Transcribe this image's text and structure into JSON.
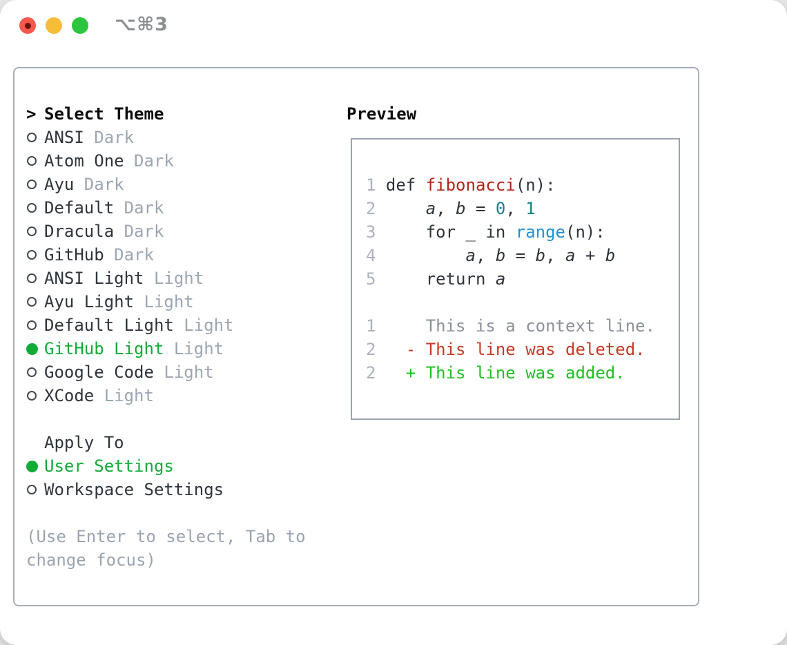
{
  "window": {
    "title": "⌥⌘3",
    "controls": [
      "close",
      "minimize",
      "zoom"
    ]
  },
  "colors": {
    "selection_green": "#12ab38",
    "added_green": "#1dc121",
    "deleted_red": "#c63a26",
    "function_red": "#b3231a",
    "number_teal": "#11818b",
    "builtin_blue": "#2191d2",
    "muted_gray": "#9ca6b2",
    "line_number_gray": "#a9b2bd",
    "border_gray": "#a7aeb8"
  },
  "theme_picker": {
    "heading_marker": ">",
    "heading": "Select Theme",
    "themes": [
      {
        "name": "ANSI",
        "variant": "Dark",
        "selected": false
      },
      {
        "name": "Atom One",
        "variant": "Dark",
        "selected": false
      },
      {
        "name": "Ayu",
        "variant": "Dark",
        "selected": false
      },
      {
        "name": "Default",
        "variant": "Dark",
        "selected": false
      },
      {
        "name": "Dracula",
        "variant": "Dark",
        "selected": false
      },
      {
        "name": "GitHub",
        "variant": "Dark",
        "selected": false
      },
      {
        "name": "ANSI Light",
        "variant": "Light",
        "selected": false
      },
      {
        "name": "Ayu Light",
        "variant": "Light",
        "selected": false
      },
      {
        "name": "Default Light",
        "variant": "Light",
        "selected": false
      },
      {
        "name": "GitHub Light",
        "variant": "Light",
        "selected": true
      },
      {
        "name": "Google Code",
        "variant": "Light",
        "selected": false
      },
      {
        "name": "XCode",
        "variant": "Light",
        "selected": false
      }
    ],
    "apply_to": {
      "heading": "Apply To",
      "options": [
        {
          "label": "User Settings",
          "selected": true
        },
        {
          "label": "Workspace Settings",
          "selected": false
        }
      ]
    },
    "hint": "(Use Enter to select, Tab to change focus)"
  },
  "preview": {
    "heading": "Preview",
    "lines": [
      [
        [
          "1 ",
          "ln"
        ],
        [
          "def ",
          "code"
        ],
        [
          "fibonacci",
          "fn"
        ],
        [
          "(n):",
          "code"
        ]
      ],
      [
        [
          "2 ",
          "ln"
        ],
        [
          "    ",
          "code"
        ],
        [
          "a",
          "var"
        ],
        [
          ", ",
          "code"
        ],
        [
          "b",
          "var"
        ],
        [
          " = ",
          "code"
        ],
        [
          "0",
          "num"
        ],
        [
          ", ",
          "code"
        ],
        [
          "1",
          "num"
        ]
      ],
      [
        [
          "3 ",
          "ln"
        ],
        [
          "    for _ in ",
          "code"
        ],
        [
          "range",
          "builtin"
        ],
        [
          "(n):",
          "code"
        ]
      ],
      [
        [
          "4 ",
          "ln"
        ],
        [
          "        ",
          "code"
        ],
        [
          "a",
          "var"
        ],
        [
          ", ",
          "code"
        ],
        [
          "b",
          "var"
        ],
        [
          " = ",
          "code"
        ],
        [
          "b",
          "var"
        ],
        [
          ", ",
          "code"
        ],
        [
          "a",
          "var"
        ],
        [
          " + ",
          "code"
        ],
        [
          "b",
          "var"
        ]
      ],
      [
        [
          "5 ",
          "ln"
        ],
        [
          "    return ",
          "code"
        ],
        [
          "a",
          "var"
        ]
      ],
      [],
      [
        [
          "1 ",
          "ln"
        ],
        [
          "    This is a context line.",
          "ctx"
        ]
      ],
      [
        [
          "2 ",
          "ln"
        ],
        [
          "  - This line was deleted.",
          "del"
        ]
      ],
      [
        [
          "2 ",
          "ln"
        ],
        [
          "  + This line was added.",
          "add"
        ]
      ]
    ]
  }
}
